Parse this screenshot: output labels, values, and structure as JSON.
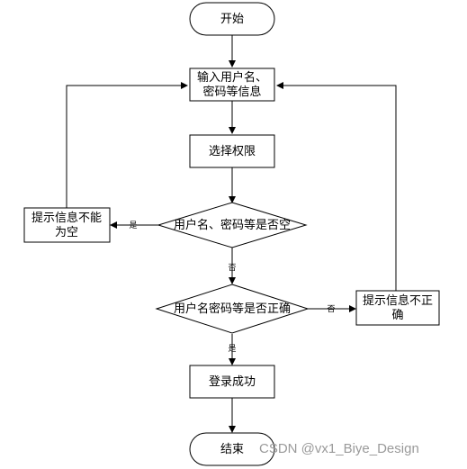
{
  "nodes": {
    "start": "开始",
    "input_line1": "输入用户名、",
    "input_line2": "密码等信息",
    "select": "选择权限",
    "check_empty": "用户名、密码等是否空",
    "empty_msg_line1": "提示信息不能",
    "empty_msg_line2": "为空",
    "check_correct": "用户名密码等是否正确",
    "wrong_msg_line1": "提示信息不正",
    "wrong_msg_line2": "确",
    "success": "登录成功",
    "end": "结束"
  },
  "edge_labels": {
    "empty_yes": "是",
    "empty_no": "否",
    "correct_no": "否",
    "correct_yes": "是"
  },
  "watermark": "CSDN @vx1_Biye_Design"
}
